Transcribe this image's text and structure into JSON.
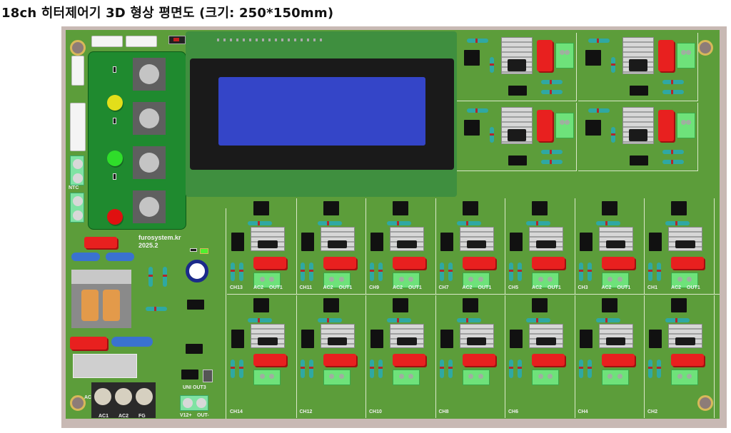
{
  "title": "18ch 히터제어기 3D 형상 평면도 (크기: 250*150mm)",
  "board": {
    "silkscreen_brand": "furosystem.kr",
    "silkscreen_version": "2025.2",
    "colors": {
      "pcb": "#5c9d3a",
      "frame": "#c8b9b4",
      "lcd_bezel": "#1a1a1a",
      "lcd_screen": "#3445c8",
      "lcd_pcb": "#3f8f3f",
      "keypad_pcb": "#1f8a2f",
      "cap_red": "#e8201f",
      "terminal_green": "#6ee27a"
    },
    "leds": [
      {
        "color": "#e3de1a",
        "name": "yellow"
      },
      {
        "color": "#2fdd2a",
        "name": "green"
      },
      {
        "color": "#e01010",
        "name": "red"
      }
    ],
    "power_terminal": {
      "labels": [
        "AC1",
        "AC2",
        "FG"
      ],
      "side_label": "AC"
    },
    "output_terminal": {
      "title": "UNI OUT3",
      "labels": [
        "V12+",
        "OUT-"
      ]
    },
    "ntc_label": "NTC",
    "channel_terminal_labels": [
      "AC2",
      "OUT1"
    ],
    "channels_row1": [
      "CH13",
      "CH11",
      "CH9",
      "CH7",
      "CH5",
      "CH3",
      "CH1"
    ],
    "channels_row2": [
      "CH14",
      "CH12",
      "CH10",
      "CH8",
      "CH6",
      "CH4",
      "CH2"
    ]
  }
}
